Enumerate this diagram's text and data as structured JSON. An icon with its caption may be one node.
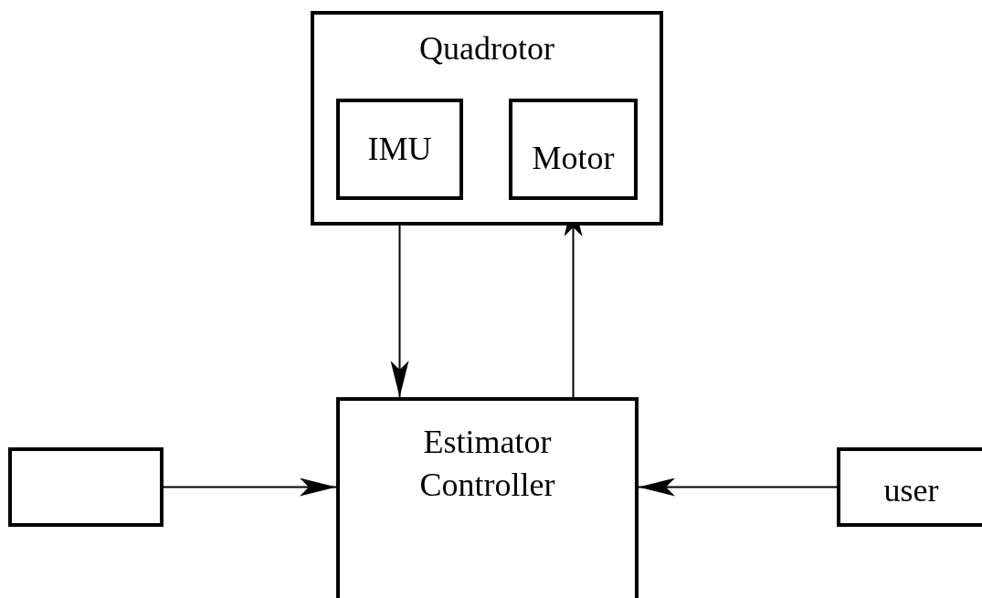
{
  "diagram": {
    "nodes": [
      {
        "text": [
          "Quadrotor"
        ]
      },
      {
        "text": [
          "IMU"
        ],
        "in": 0
      },
      {
        "text": [
          "Motor"
        ],
        "in": 0
      },
      {
        "text": [],
        "shape": "box"
      },
      {
        "text": [
          "Estimator Controller"
        ]
      },
      {
        "text": [
          "user"
        ]
      }
    ],
    "edges": [
      {
        "from": 1,
        "to": 4,
        "arrow": "to"
      },
      {
        "from": 4,
        "to": 2,
        "arrow": "to"
      },
      {
        "from": 3,
        "to": 4,
        "arrow": "to"
      },
      {
        "from": 5,
        "to": 4,
        "arrow": "to"
      }
    ]
  }
}
